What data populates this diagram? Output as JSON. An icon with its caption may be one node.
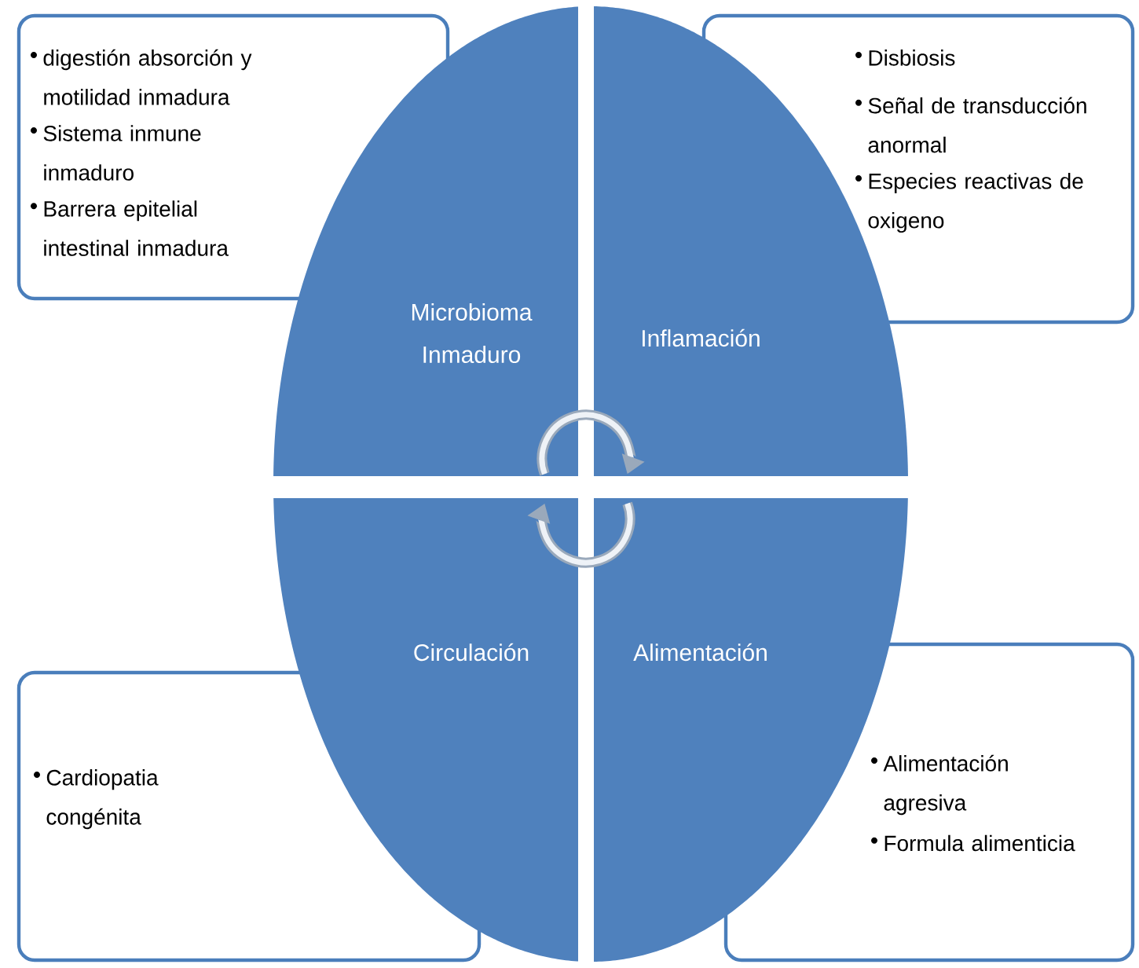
{
  "diagram": {
    "nodes": [
      {
        "text": [
          "digestión absorción y motilidad inmadura",
          "Sistema inmune inmaduro",
          "Barrera epitelial intestinal inmadura"
        ]
      },
      {
        "text": [
          "Disbiosis",
          "Señal de transducción anormal",
          "Especies reactivas de oxigeno"
        ]
      },
      {
        "text": [
          "Microbioma Inmaduro"
        ]
      },
      {
        "text": [
          "Inflamación"
        ]
      },
      {
        "text": [
          "Circulación"
        ]
      },
      {
        "text": [
          "Alimentación"
        ]
      },
      {
        "text": [
          "Cardiopatia congénita"
        ]
      },
      {
        "text": [
          "Alimentación agresiva",
          "Formula alimenticia"
        ]
      }
    ],
    "edges": [
      {
        "from": 2,
        "to": 3,
        "arrow": "to"
      },
      {
        "from": 5,
        "to": 4,
        "arrow": "to"
      }
    ]
  }
}
